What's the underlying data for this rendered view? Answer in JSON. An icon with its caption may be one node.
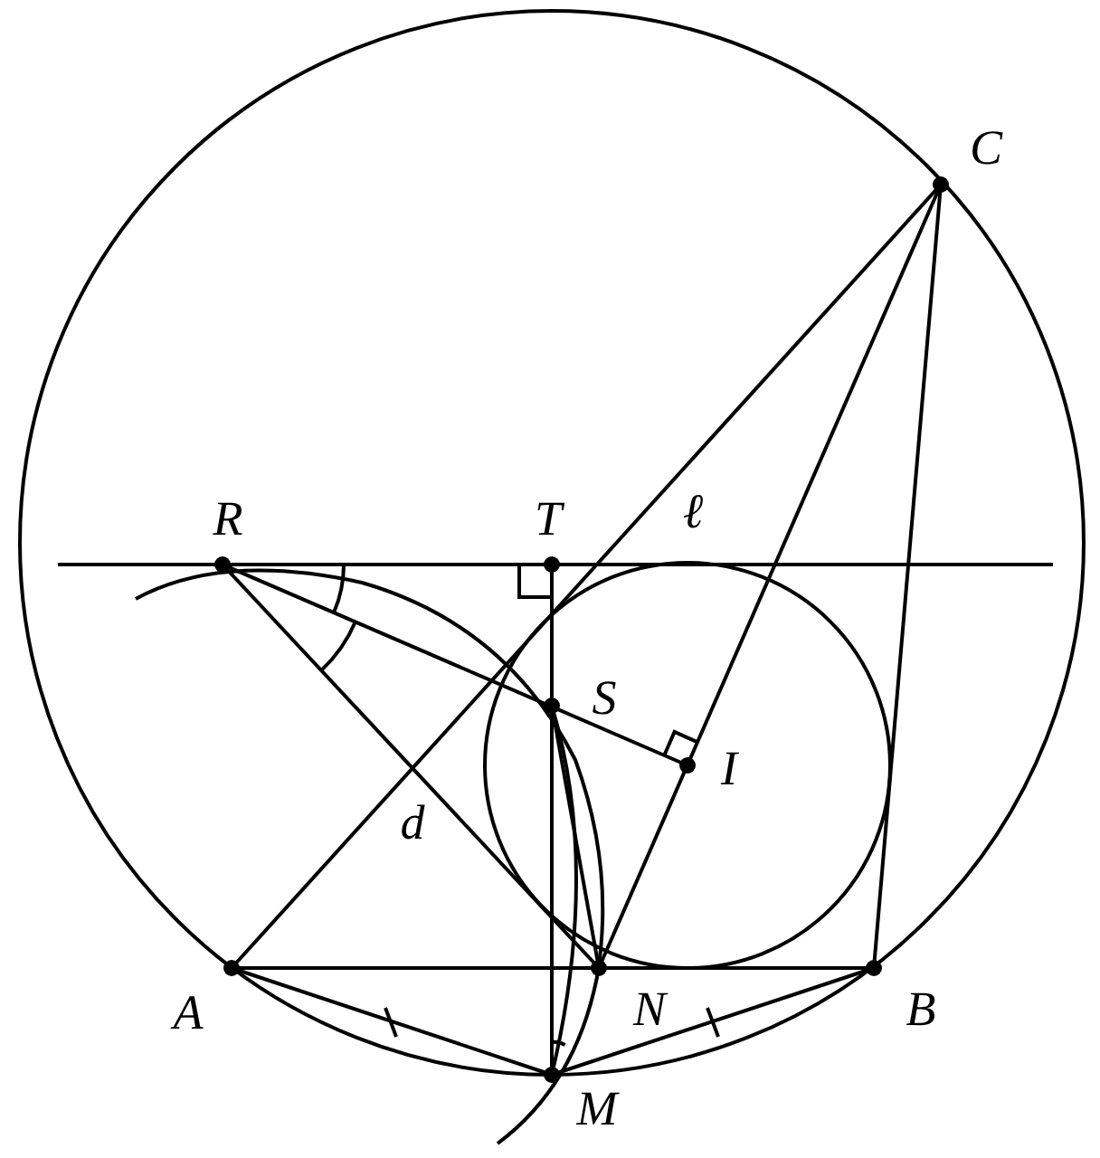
{
  "diagram": {
    "labels": [
      "C",
      "R",
      "T",
      "ℓ",
      "S",
      "I",
      "d",
      "A",
      "N",
      "B",
      "M"
    ]
  }
}
